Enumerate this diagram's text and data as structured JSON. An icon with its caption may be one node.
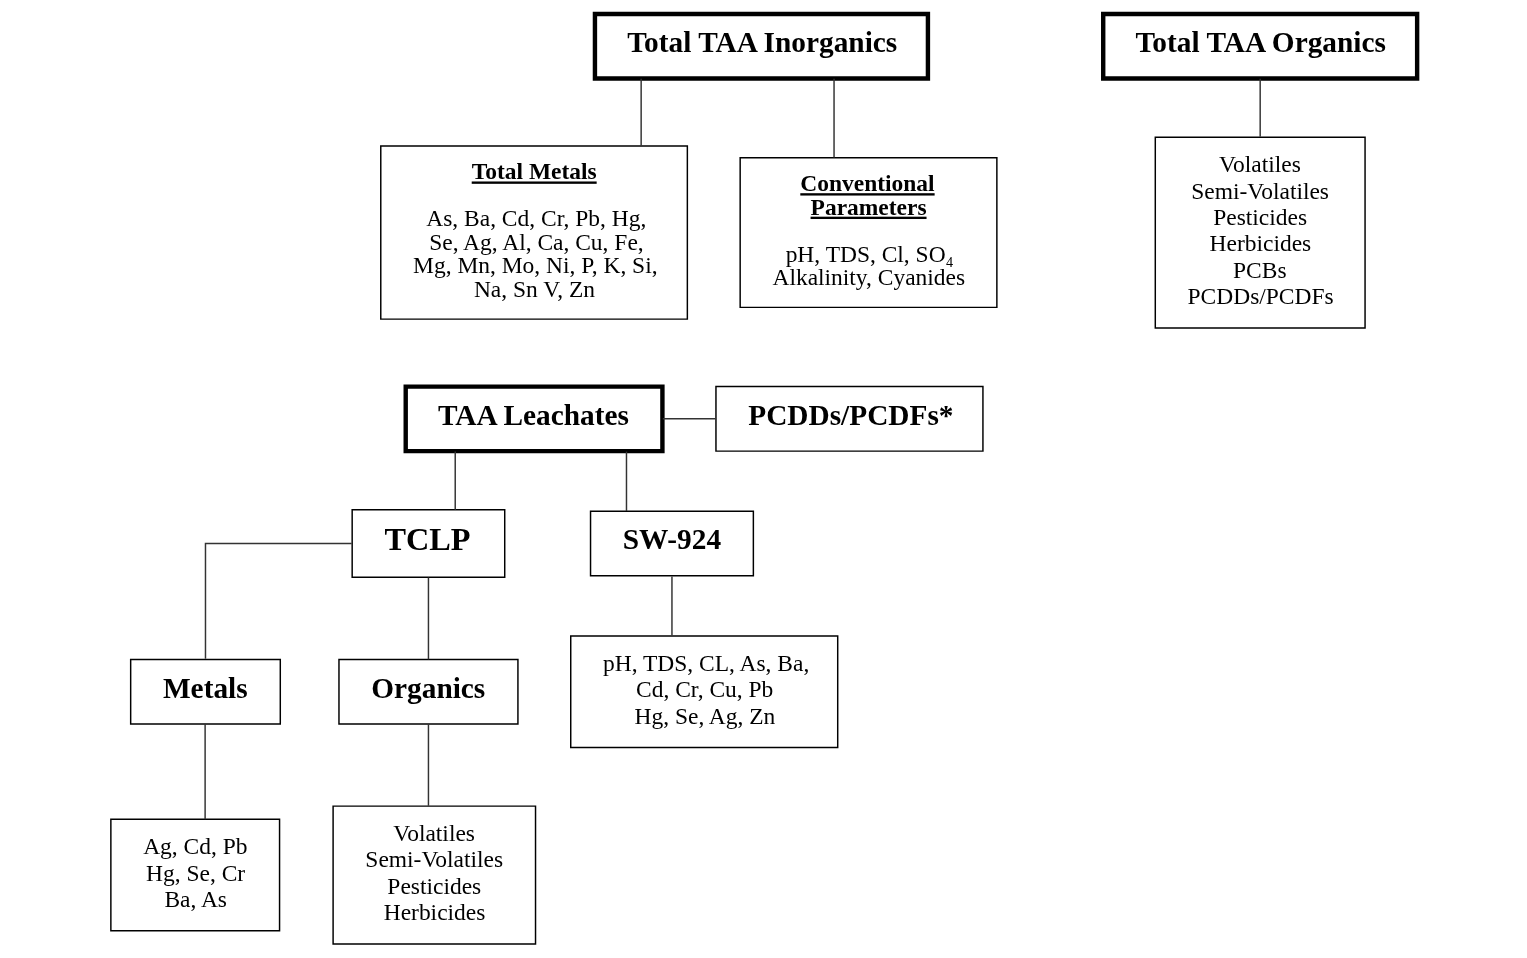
{
  "diagram": {
    "nodes": [
      {
        "text": [
          "Total TAA Inorganics"
        ]
      },
      {
        "text": [
          "Total Metals",
          "As, Ba, Cd, Cr, Pb, Hg, Se, Ag, Al, Ca, Cu, Fe, Mg, Mn, Mo, Ni, P, K, Si, Na, Sn V, Zn"
        ]
      },
      {
        "text": [
          "Conventional Parameters",
          "pH, TDS, Cl, SO₄ Alkalinity, Cyanides"
        ]
      },
      {
        "text": [
          "Total TAA Organics"
        ]
      },
      {
        "text": [
          "Volatiles",
          "Semi-Volatiles",
          "Pesticides",
          "Herbicides",
          "PCBs",
          "PCDDs/PCDFs"
        ]
      },
      {
        "text": [
          "TAA Leachates"
        ]
      },
      {
        "text": [
          "PCDDs/PCDFs*"
        ]
      },
      {
        "text": [
          "TCLP"
        ]
      },
      {
        "text": [
          "Metals"
        ]
      },
      {
        "text": [
          "Organics"
        ]
      },
      {
        "text": [
          "SW-924"
        ]
      },
      {
        "text": [
          "Ag, Cd, Pb",
          "Hg, Se, Cr",
          "Ba, As"
        ]
      },
      {
        "text": [
          "Volatiles",
          "Semi-Volatiles",
          "Pesticides",
          "Herbicides"
        ]
      },
      {
        "text": [
          "pH, TDS, CL, As, Ba,",
          "Cd, Cr, Cu, Pb",
          "Hg, Se, Ag, Zn"
        ]
      }
    ],
    "edges": [
      {
        "from": 0,
        "to": 1,
        "arrow": "none"
      },
      {
        "from": 0,
        "to": 2,
        "arrow": "none"
      },
      {
        "from": 3,
        "to": 4,
        "arrow": "none"
      },
      {
        "from": 5,
        "to": 6,
        "arrow": "none"
      },
      {
        "from": 5,
        "to": 7,
        "arrow": "none"
      },
      {
        "from": 5,
        "to": 10,
        "arrow": "none"
      },
      {
        "from": 7,
        "to": 8,
        "arrow": "none"
      },
      {
        "from": 7,
        "to": 9,
        "arrow": "none"
      },
      {
        "from": 8,
        "to": 11,
        "arrow": "none"
      },
      {
        "from": 9,
        "to": 12,
        "arrow": "none"
      },
      {
        "from": 10,
        "to": 13,
        "arrow": "none"
      }
    ]
  }
}
